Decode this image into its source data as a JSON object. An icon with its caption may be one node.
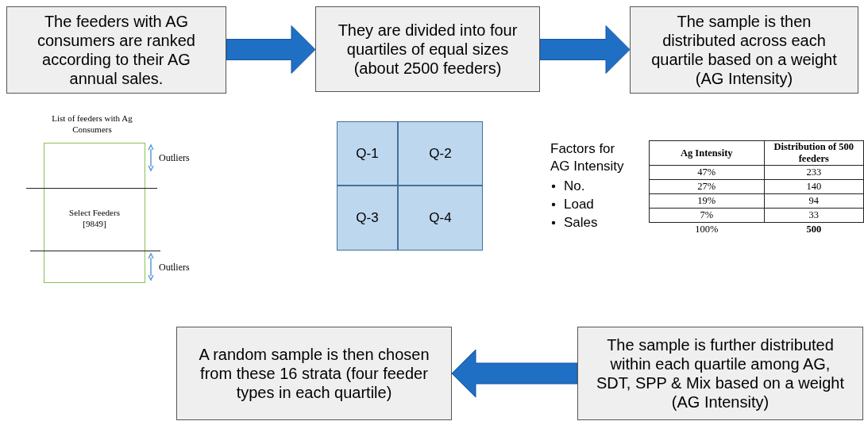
{
  "diagram": {
    "nodes": [
      {
        "text": [
          "The feeders with AG consumers are ranked according to their AG annual sales."
        ]
      },
      {
        "text": [
          "They are divided into four quartiles of equal sizes (about 2500 feeders)"
        ]
      },
      {
        "text": [
          "The sample is then distributed across each quartile based on a weight (AG Intensity)"
        ]
      },
      {
        "text": [
          "List of feeders with Ag Consumers",
          "Select Feeders [9849]"
        ]
      },
      {
        "text": [
          "Q-1"
        ]
      },
      {
        "text": [
          "Q-2"
        ]
      },
      {
        "text": [
          "Q-3"
        ]
      },
      {
        "text": [
          "Q-4"
        ]
      },
      {
        "text": [
          "A random sample is then chosen from these 16 strata (four feeder types in each quartile)"
        ]
      },
      {
        "text": [
          "The sample is further distributed within each quartile among AG, SDT, SPP & Mix based on a weight (AG Intensity)"
        ]
      }
    ],
    "edges": [
      {
        "from": 0,
        "to": 1,
        "arrow": "to",
        "style": "thick"
      },
      {
        "from": 1,
        "to": 2,
        "arrow": "to",
        "style": "thick"
      },
      {
        "from": 9,
        "to": 8,
        "arrow": "to",
        "style": "thick"
      }
    ],
    "labels": [
      "Outliers",
      "Outliers",
      "Factors for AG Intensity",
      "No.",
      "Load",
      "Sales",
      "Ag Intensity",
      "Distribution of 500 feeders",
      "47%",
      "233",
      "27%",
      "140",
      "19%",
      "94",
      "7%",
      "33",
      "100%",
      "500"
    ]
  }
}
